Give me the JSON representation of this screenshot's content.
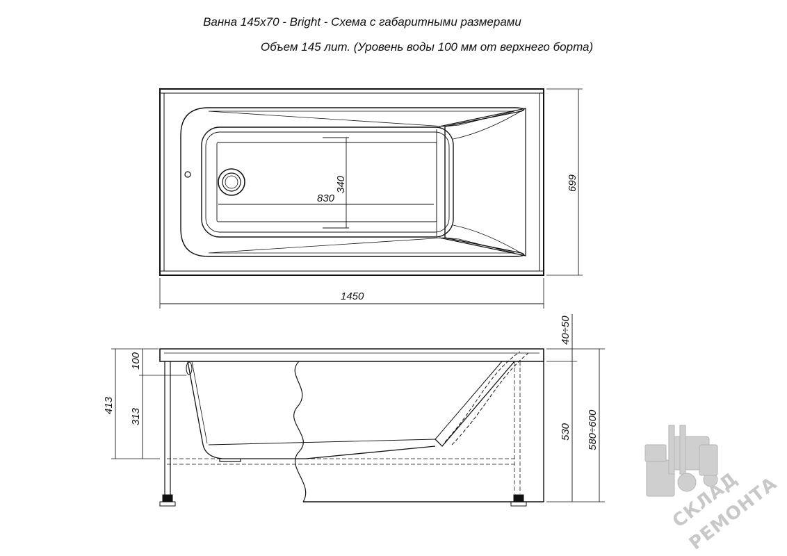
{
  "title": "Ванна 145х70 - Bright - Схема с габаритными размерами",
  "subtitle": "Объем 145 лит. (Уровень воды 100 мм от верхнего борта)",
  "top_view": {
    "length": "1450",
    "width": "699",
    "inner_length": "830",
    "inner_width": "340"
  },
  "side_view": {
    "height_total": "413",
    "water_gap": "100",
    "water_depth": "313",
    "rim_adjust": "40÷50",
    "panel_height": "530",
    "full_height": "580÷600"
  },
  "watermark": {
    "line1": "СКЛАД",
    "line2": "РЕМОНТА",
    "color": "#c8c8c8",
    "icon": "forklift-icon"
  }
}
